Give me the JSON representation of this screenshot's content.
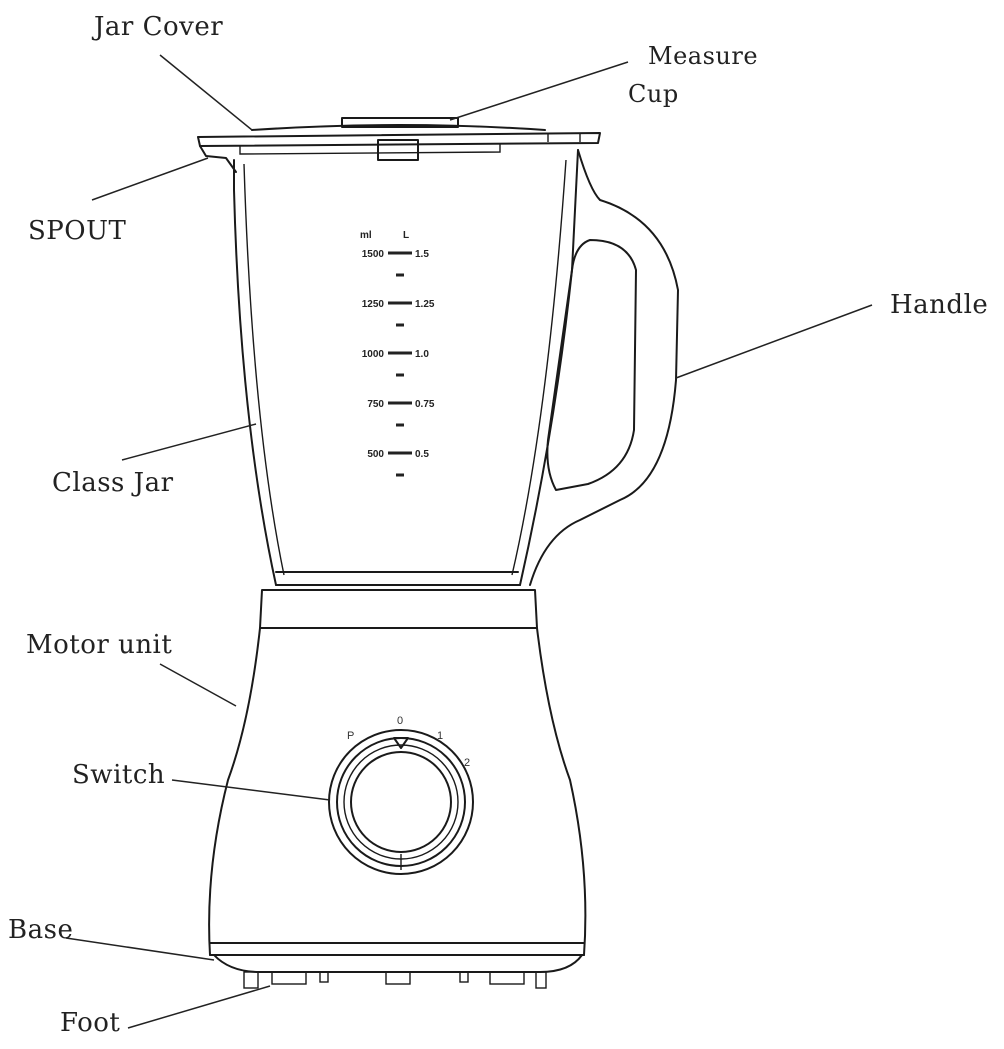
{
  "labels": {
    "jar_cover": "Jar Cover",
    "measure_cup_line1": "Measure",
    "measure_cup_line2": "Cup",
    "spout": "SPOUT",
    "handle": "Handle",
    "glass_jar": "Class Jar",
    "motor_unit": "Motor unit",
    "switch": "Switch",
    "base": "Base",
    "foot": "Foot"
  },
  "scale": {
    "unit_ml": "ml",
    "unit_l": "L",
    "marks": [
      {
        "ml": "1500",
        "l": "1.5"
      },
      {
        "ml": "1250",
        "l": "1.25"
      },
      {
        "ml": "1000",
        "l": "1.0"
      },
      {
        "ml": "750",
        "l": "0.75"
      },
      {
        "ml": "500",
        "l": "0.5"
      }
    ]
  },
  "switch_positions": [
    "P",
    "0",
    "1",
    "2"
  ]
}
